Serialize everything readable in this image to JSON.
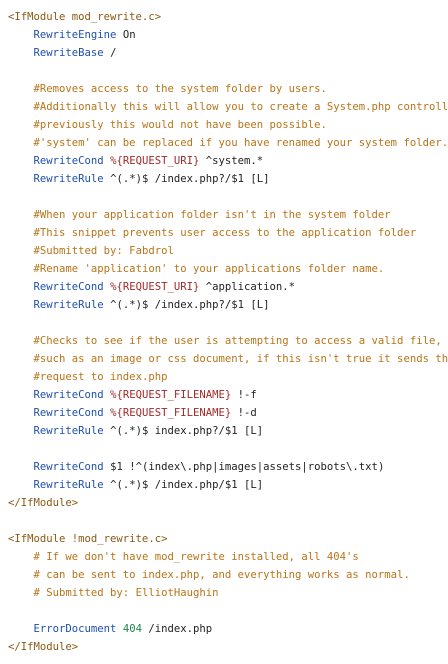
{
  "document": {
    "colors": {
      "background": "#ffffff",
      "tag": "#8a5a14",
      "keyword": "#1d4fb0",
      "comment": "#b8741a",
      "variable": "#a12a2a",
      "text": "#222222",
      "number": "#1f8a4c"
    },
    "lines": [
      [
        {
          "t": "tag",
          "v": "<IfModule mod_rewrite.c>"
        }
      ],
      [
        {
          "t": "text",
          "v": "    "
        },
        {
          "t": "kw",
          "v": "RewriteEngine"
        },
        {
          "t": "text",
          "v": " On"
        }
      ],
      [
        {
          "t": "text",
          "v": "    "
        },
        {
          "t": "kw",
          "v": "RewriteBase"
        },
        {
          "t": "text",
          "v": " /"
        }
      ],
      [],
      [
        {
          "t": "text",
          "v": "    "
        },
        {
          "t": "comment",
          "v": "#Removes access to the system folder by users."
        }
      ],
      [
        {
          "t": "text",
          "v": "    "
        },
        {
          "t": "comment",
          "v": "#Additionally this will allow you to create a System.php controller,"
        }
      ],
      [
        {
          "t": "text",
          "v": "    "
        },
        {
          "t": "comment",
          "v": "#previously this would not have been possible."
        }
      ],
      [
        {
          "t": "text",
          "v": "    "
        },
        {
          "t": "comment",
          "v": "#'system' can be replaced if you have renamed your system folder."
        }
      ],
      [
        {
          "t": "text",
          "v": "    "
        },
        {
          "t": "kw",
          "v": "RewriteCond"
        },
        {
          "t": "text",
          "v": " "
        },
        {
          "t": "var",
          "v": "%{REQUEST_URI}"
        },
        {
          "t": "text",
          "v": " ^system.*"
        }
      ],
      [
        {
          "t": "text",
          "v": "    "
        },
        {
          "t": "kw",
          "v": "RewriteRule"
        },
        {
          "t": "text",
          "v": " ^(.*)$ /index.php?/$1 [L]"
        }
      ],
      [],
      [
        {
          "t": "text",
          "v": "    "
        },
        {
          "t": "comment",
          "v": "#When your application folder isn't in the system folder"
        }
      ],
      [
        {
          "t": "text",
          "v": "    "
        },
        {
          "t": "comment",
          "v": "#This snippet prevents user access to the application folder"
        }
      ],
      [
        {
          "t": "text",
          "v": "    "
        },
        {
          "t": "comment",
          "v": "#Submitted by: Fabdrol"
        }
      ],
      [
        {
          "t": "text",
          "v": "    "
        },
        {
          "t": "comment",
          "v": "#Rename 'application' to your applications folder name."
        }
      ],
      [
        {
          "t": "text",
          "v": "    "
        },
        {
          "t": "kw",
          "v": "RewriteCond"
        },
        {
          "t": "text",
          "v": " "
        },
        {
          "t": "var",
          "v": "%{REQUEST_URI}"
        },
        {
          "t": "text",
          "v": " ^application.*"
        }
      ],
      [
        {
          "t": "text",
          "v": "    "
        },
        {
          "t": "kw",
          "v": "RewriteRule"
        },
        {
          "t": "text",
          "v": " ^(.*)$ /index.php?/$1 [L]"
        }
      ],
      [],
      [
        {
          "t": "text",
          "v": "    "
        },
        {
          "t": "comment",
          "v": "#Checks to see if the user is attempting to access a valid file,"
        }
      ],
      [
        {
          "t": "text",
          "v": "    "
        },
        {
          "t": "comment",
          "v": "#such as an image or css document, if this isn't true it sends the"
        }
      ],
      [
        {
          "t": "text",
          "v": "    "
        },
        {
          "t": "comment",
          "v": "#request to index.php"
        }
      ],
      [
        {
          "t": "text",
          "v": "    "
        },
        {
          "t": "kw",
          "v": "RewriteCond"
        },
        {
          "t": "text",
          "v": " "
        },
        {
          "t": "var",
          "v": "%{REQUEST_FILENAME}"
        },
        {
          "t": "text",
          "v": " !-f"
        }
      ],
      [
        {
          "t": "text",
          "v": "    "
        },
        {
          "t": "kw",
          "v": "RewriteCond"
        },
        {
          "t": "text",
          "v": " "
        },
        {
          "t": "var",
          "v": "%{REQUEST_FILENAME}"
        },
        {
          "t": "text",
          "v": " !-d"
        }
      ],
      [
        {
          "t": "text",
          "v": "    "
        },
        {
          "t": "kw",
          "v": "RewriteRule"
        },
        {
          "t": "text",
          "v": " ^(.*)$ index.php?/$1 [L]"
        }
      ],
      [],
      [
        {
          "t": "text",
          "v": "    "
        },
        {
          "t": "kw",
          "v": "RewriteCond"
        },
        {
          "t": "text",
          "v": " $1 !^(index\\.php|images|assets|robots\\.txt)"
        }
      ],
      [
        {
          "t": "text",
          "v": "    "
        },
        {
          "t": "kw",
          "v": "RewriteRule"
        },
        {
          "t": "text",
          "v": " ^(.*)$ /index.php/$1 [L]"
        }
      ],
      [
        {
          "t": "tag",
          "v": "</IfModule>"
        }
      ],
      [],
      [
        {
          "t": "tag",
          "v": "<IfModule !mod_rewrite.c>"
        }
      ],
      [
        {
          "t": "text",
          "v": "    "
        },
        {
          "t": "comment",
          "v": "# If we don't have mod_rewrite installed, all 404's"
        }
      ],
      [
        {
          "t": "text",
          "v": "    "
        },
        {
          "t": "comment",
          "v": "# can be sent to index.php, and everything works as normal."
        }
      ],
      [
        {
          "t": "text",
          "v": "    "
        },
        {
          "t": "comment",
          "v": "# Submitted by: ElliotHaughin"
        }
      ],
      [],
      [
        {
          "t": "text",
          "v": "    "
        },
        {
          "t": "kw",
          "v": "ErrorDocument"
        },
        {
          "t": "text",
          "v": " "
        },
        {
          "t": "num",
          "v": "404"
        },
        {
          "t": "text",
          "v": " /index.php"
        }
      ],
      [
        {
          "t": "tag",
          "v": "</IfModule>"
        }
      ]
    ]
  }
}
